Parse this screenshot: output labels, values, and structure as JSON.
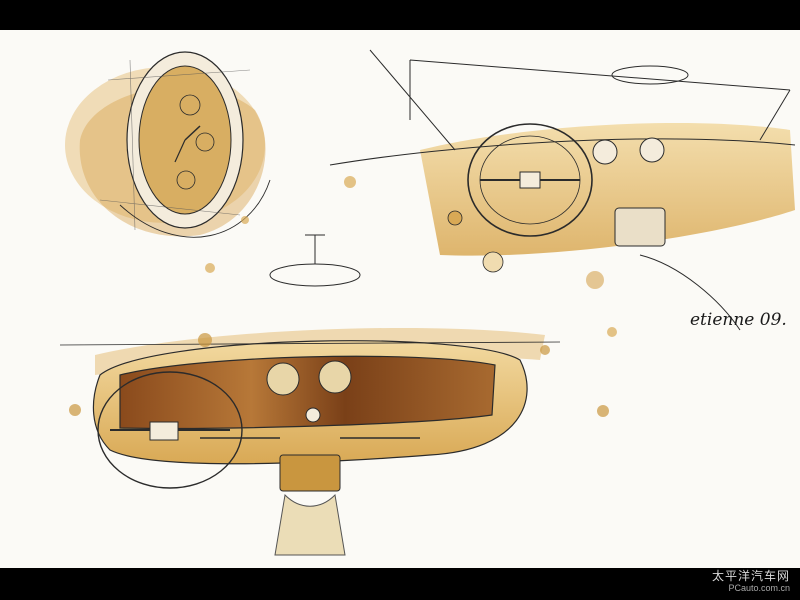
{
  "image": {
    "description": "Watercolor and pencil concept sketch of a car interior with dashboard and wood trim",
    "palette": {
      "paper": "#fbfaf6",
      "wash_light": "#e6c07a",
      "wash_mid": "#c9963f",
      "wood_dark": "#6e3a14",
      "wood_mid": "#a0622a",
      "pencil": "#2b2b2b"
    }
  },
  "signature": {
    "text": "etienne 09."
  },
  "watermark": {
    "cn": "太平洋汽车网",
    "en": "PCauto.com.cn"
  }
}
